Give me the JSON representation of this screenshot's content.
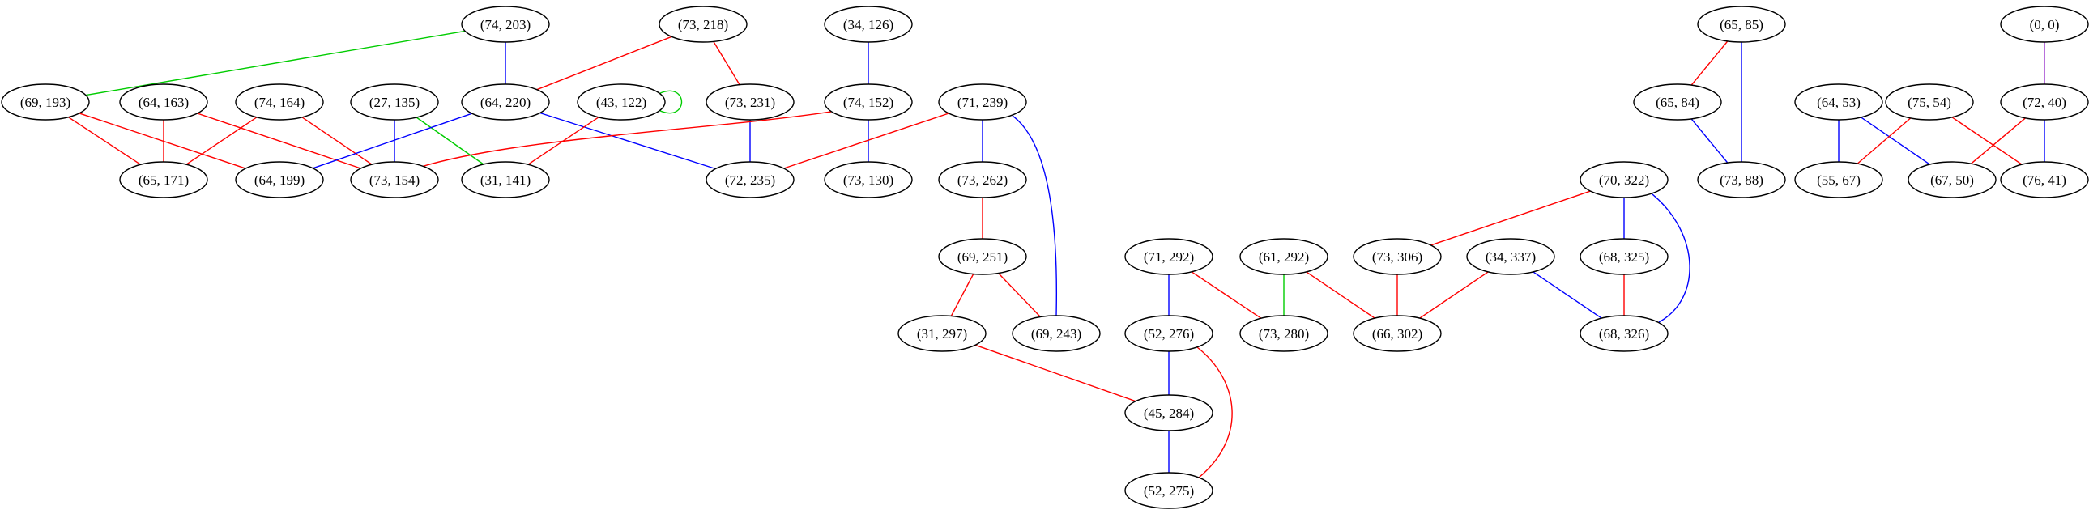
{
  "colors": {
    "red": "#ff0000",
    "blue": "#0000ff",
    "green": "#00cc00",
    "purple": "#9933cc"
  },
  "nodes": [
    {
      "id": "n74_203",
      "label": "(74, 203)"
    },
    {
      "id": "n73_218",
      "label": "(73, 218)"
    },
    {
      "id": "n34_126",
      "label": "(34, 126)"
    },
    {
      "id": "n65_85",
      "label": "(65, 85)"
    },
    {
      "id": "n0_0",
      "label": "(0, 0)"
    },
    {
      "id": "n69_193",
      "label": "(69, 193)"
    },
    {
      "id": "n64_163",
      "label": "(64, 163)"
    },
    {
      "id": "n74_164",
      "label": "(74, 164)"
    },
    {
      "id": "n27_135",
      "label": "(27, 135)"
    },
    {
      "id": "n64_220",
      "label": "(64, 220)"
    },
    {
      "id": "n43_122",
      "label": "(43, 122)"
    },
    {
      "id": "n73_231",
      "label": "(73, 231)"
    },
    {
      "id": "n74_152",
      "label": "(74, 152)"
    },
    {
      "id": "n71_239",
      "label": "(71, 239)"
    },
    {
      "id": "n65_84",
      "label": "(65, 84)"
    },
    {
      "id": "n64_53",
      "label": "(64, 53)"
    },
    {
      "id": "n75_54",
      "label": "(75, 54)"
    },
    {
      "id": "n72_40",
      "label": "(72, 40)"
    },
    {
      "id": "n65_171",
      "label": "(65, 171)"
    },
    {
      "id": "n64_199",
      "label": "(64, 199)"
    },
    {
      "id": "n73_154",
      "label": "(73, 154)"
    },
    {
      "id": "n31_141",
      "label": "(31, 141)"
    },
    {
      "id": "n72_235",
      "label": "(72, 235)"
    },
    {
      "id": "n73_130",
      "label": "(73, 130)"
    },
    {
      "id": "n73_262",
      "label": "(73, 262)"
    },
    {
      "id": "n73_88",
      "label": "(73, 88)"
    },
    {
      "id": "n55_67",
      "label": "(55, 67)"
    },
    {
      "id": "n67_50",
      "label": "(67, 50)"
    },
    {
      "id": "n76_41",
      "label": "(76, 41)"
    },
    {
      "id": "n70_322",
      "label": "(70, 322)"
    },
    {
      "id": "n69_251",
      "label": "(69, 251)"
    },
    {
      "id": "n71_292",
      "label": "(71, 292)"
    },
    {
      "id": "n61_292",
      "label": "(61, 292)"
    },
    {
      "id": "n73_306",
      "label": "(73, 306)"
    },
    {
      "id": "n34_337",
      "label": "(34, 337)"
    },
    {
      "id": "n68_325",
      "label": "(68, 325)"
    },
    {
      "id": "n31_297",
      "label": "(31, 297)"
    },
    {
      "id": "n69_243",
      "label": "(69, 243)"
    },
    {
      "id": "n52_276",
      "label": "(52, 276)"
    },
    {
      "id": "n73_280",
      "label": "(73, 280)"
    },
    {
      "id": "n66_302",
      "label": "(66, 302)"
    },
    {
      "id": "n68_326",
      "label": "(68, 326)"
    },
    {
      "id": "n45_284",
      "label": "(45, 284)"
    },
    {
      "id": "n52_275",
      "label": "(52, 275)"
    }
  ],
  "edges": [
    {
      "from": "n74_203",
      "to": "n69_193",
      "color": "green"
    },
    {
      "from": "n74_203",
      "to": "n64_220",
      "color": "blue"
    },
    {
      "from": "n73_218",
      "to": "n64_220",
      "color": "red"
    },
    {
      "from": "n73_218",
      "to": "n73_231",
      "color": "red"
    },
    {
      "from": "n34_126",
      "to": "n74_152",
      "color": "blue"
    },
    {
      "from": "n65_85",
      "to": "n65_84",
      "color": "red"
    },
    {
      "from": "n65_85",
      "to": "n73_88",
      "color": "blue"
    },
    {
      "from": "n0_0",
      "to": "n72_40",
      "color": "purple"
    },
    {
      "from": "n69_193",
      "to": "n65_171",
      "color": "red"
    },
    {
      "from": "n69_193",
      "to": "n64_199",
      "color": "red"
    },
    {
      "from": "n64_163",
      "to": "n65_171",
      "color": "red"
    },
    {
      "from": "n64_163",
      "to": "n73_154",
      "color": "red"
    },
    {
      "from": "n74_164",
      "to": "n65_171",
      "color": "red"
    },
    {
      "from": "n74_164",
      "to": "n73_154",
      "color": "red"
    },
    {
      "from": "n27_135",
      "to": "n73_154",
      "color": "blue"
    },
    {
      "from": "n27_135",
      "to": "n31_141",
      "color": "green"
    },
    {
      "from": "n64_220",
      "to": "n64_199",
      "color": "blue"
    },
    {
      "from": "n64_220",
      "to": "n72_235",
      "color": "blue"
    },
    {
      "from": "n43_122",
      "to": "n43_122",
      "color": "green"
    },
    {
      "from": "n43_122",
      "to": "n31_141",
      "color": "red"
    },
    {
      "from": "n73_231",
      "to": "n72_235",
      "color": "blue"
    },
    {
      "from": "n74_152",
      "to": "n73_154",
      "color": "red"
    },
    {
      "from": "n74_152",
      "to": "n73_130",
      "color": "blue"
    },
    {
      "from": "n71_239",
      "to": "n72_235",
      "color": "red"
    },
    {
      "from": "n71_239",
      "to": "n73_262",
      "color": "blue"
    },
    {
      "from": "n71_239",
      "to": "n69_243",
      "color": "blue"
    },
    {
      "from": "n65_84",
      "to": "n73_88",
      "color": "blue"
    },
    {
      "from": "n64_53",
      "to": "n55_67",
      "color": "blue"
    },
    {
      "from": "n64_53",
      "to": "n67_50",
      "color": "blue"
    },
    {
      "from": "n75_54",
      "to": "n55_67",
      "color": "red"
    },
    {
      "from": "n75_54",
      "to": "n76_41",
      "color": "red"
    },
    {
      "from": "n72_40",
      "to": "n67_50",
      "color": "red"
    },
    {
      "from": "n72_40",
      "to": "n76_41",
      "color": "blue"
    },
    {
      "from": "n73_262",
      "to": "n69_251",
      "color": "red"
    },
    {
      "from": "n69_251",
      "to": "n31_297",
      "color": "red"
    },
    {
      "from": "n69_251",
      "to": "n69_243",
      "color": "red"
    },
    {
      "from": "n70_322",
      "to": "n73_306",
      "color": "red"
    },
    {
      "from": "n70_322",
      "to": "n68_325",
      "color": "blue"
    },
    {
      "from": "n70_322",
      "to": "n68_326",
      "color": "blue"
    },
    {
      "from": "n71_292",
      "to": "n52_276",
      "color": "blue"
    },
    {
      "from": "n71_292",
      "to": "n73_280",
      "color": "red"
    },
    {
      "from": "n61_292",
      "to": "n73_280",
      "color": "green"
    },
    {
      "from": "n61_292",
      "to": "n66_302",
      "color": "red"
    },
    {
      "from": "n73_306",
      "to": "n66_302",
      "color": "red"
    },
    {
      "from": "n34_337",
      "to": "n66_302",
      "color": "red"
    },
    {
      "from": "n34_337",
      "to": "n68_326",
      "color": "blue"
    },
    {
      "from": "n68_325",
      "to": "n68_326",
      "color": "red"
    },
    {
      "from": "n31_297",
      "to": "n45_284",
      "color": "red"
    },
    {
      "from": "n52_276",
      "to": "n45_284",
      "color": "blue"
    },
    {
      "from": "n52_276",
      "to": "n52_275",
      "color": "red"
    },
    {
      "from": "n45_284",
      "to": "n52_275",
      "color": "blue"
    }
  ]
}
